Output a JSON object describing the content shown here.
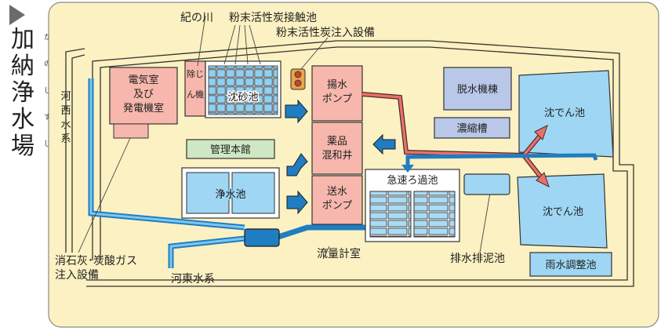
{
  "title": {
    "chars": [
      "加",
      "納",
      "浄",
      "水",
      "場"
    ],
    "ruby": [
      "か",
      "のう",
      "じょう",
      "すい",
      "じょう"
    ]
  },
  "labels": {
    "kinokawa": "紀の川",
    "pac_contact": "粉末活性炭接触池",
    "pac_injection": "粉末活性炭注入設備",
    "electric_line1": "電気室",
    "electric_line2": "及び",
    "electric_line3": "発電機室",
    "dust_line1": "除じ",
    "dust_line2": "ん機",
    "grit_basin": "沈砂池",
    "intake_pump_line1": "揚水",
    "intake_pump_line2": "ポンプ",
    "chem_well_line1": "薬品",
    "chem_well_line2": "混和井",
    "dewater": "脱水機棟",
    "thickener": "濃縮槽",
    "sed1": "沈でん池",
    "sed2": "沈でん池",
    "admin": "管理本館",
    "clear_well": "浄水池",
    "send_pump_line1": "送水",
    "send_pump_line2": "ポンプ",
    "rapid_filter": "急速ろ過池",
    "drain_basin": "排水排泥池",
    "rain_basin": "雨水調整池",
    "flowmeter": "流量計室",
    "river_west_line1": "河",
    "river_west_line2": "西",
    "river_west_line3": "水",
    "river_west_line4": "系",
    "river_east": "河東水系",
    "lime_line1": "消石灰･炭酸ガス",
    "lime_line2": "注入設備"
  },
  "colors": {
    "site_bg": "#fcf1c2",
    "pink": "#f7b7ad",
    "blue": "#9fd6f3",
    "dark_blue": "#1f7dc2",
    "green": "#cfe8c4",
    "lavender": "#b9c7e8",
    "red_pipe": "#e8716a"
  }
}
